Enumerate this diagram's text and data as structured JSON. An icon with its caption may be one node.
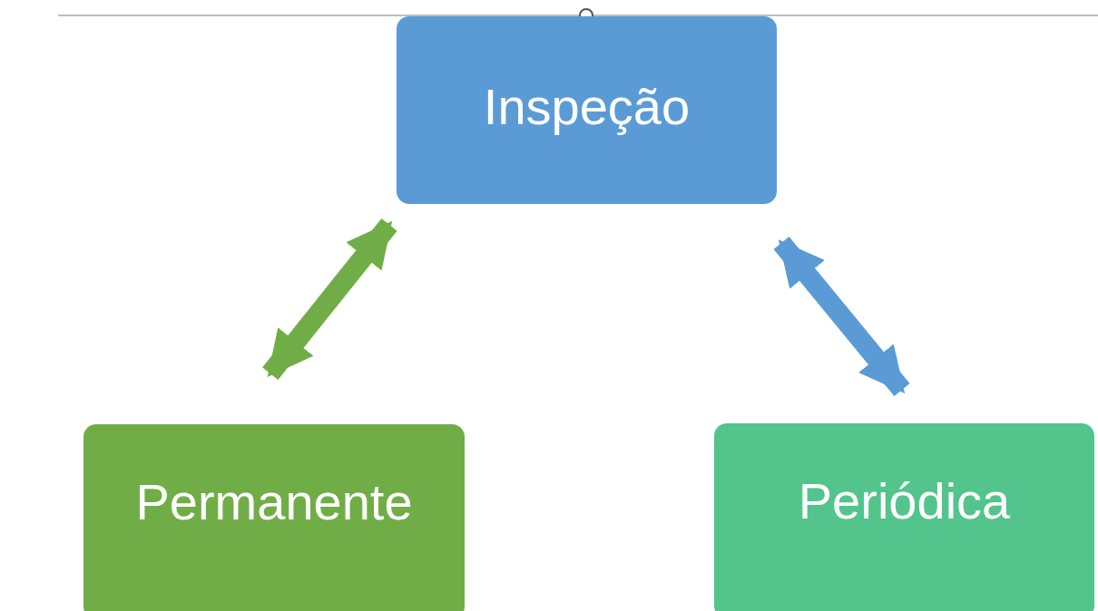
{
  "diagram": {
    "nodes": [
      {
        "text": [
          "Inspeção"
        ]
      },
      {
        "text": [
          "Permanente"
        ]
      },
      {
        "text": [
          "Periódica"
        ]
      }
    ],
    "edges": [
      {
        "from": 1,
        "to": 0,
        "arrow": "both",
        "color": "#70ad47"
      },
      {
        "from": 0,
        "to": 2,
        "arrow": "both",
        "color": "#5b9bd5"
      }
    ]
  }
}
